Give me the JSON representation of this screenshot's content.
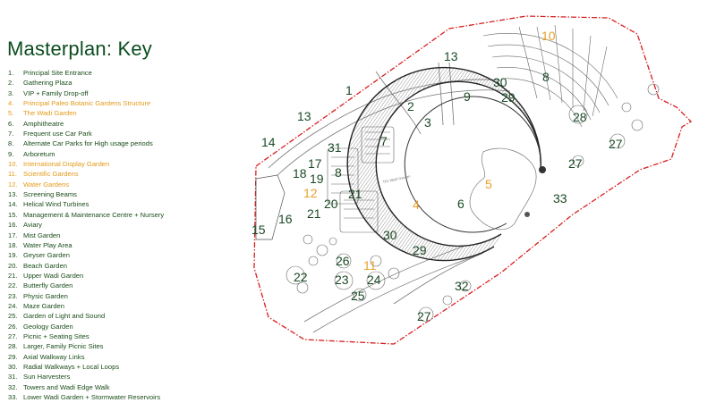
{
  "title": "Masterplan: Key",
  "colors": {
    "key_text": "#1a4d1a",
    "highlight": "#e39a1a",
    "boundary": "#d81e1e",
    "linework": "#555555"
  },
  "legend": [
    {
      "num": "1.",
      "text": "Principal Site Entrance",
      "highlight": false
    },
    {
      "num": "2.",
      "text": "Gathering Plaza",
      "highlight": false
    },
    {
      "num": "3.",
      "text": "VIP + Family Drop-off",
      "highlight": false
    },
    {
      "num": "4.",
      "text": "Principal Paleo Botanic Gardens Structure",
      "highlight": true
    },
    {
      "num": "5.",
      "text": "The Wadi Garden",
      "highlight": true
    },
    {
      "num": "6.",
      "text": "Amphitheatre",
      "highlight": false
    },
    {
      "num": "7.",
      "text": "Frequent use Car Park",
      "highlight": false
    },
    {
      "num": "8.",
      "text": "Alternate Car Parks for High usage periods",
      "highlight": false
    },
    {
      "num": "9.",
      "text": "Arboretum",
      "highlight": false
    },
    {
      "num": "10.",
      "text": "International Display Garden",
      "highlight": true
    },
    {
      "num": "11.",
      "text": "Scientific Gardens",
      "highlight": true
    },
    {
      "num": "12.",
      "text": "Water Gardens",
      "highlight": true
    },
    {
      "num": "13.",
      "text": "Screening Beams",
      "highlight": false
    },
    {
      "num": "14.",
      "text": "Helical Wind Turbines",
      "highlight": false
    },
    {
      "num": "15.",
      "text": "Management & Maintenance Centre + Nursery",
      "highlight": false
    },
    {
      "num": "16.",
      "text": "Aviary",
      "highlight": false
    },
    {
      "num": "17.",
      "text": "Mist Garden",
      "highlight": false
    },
    {
      "num": "18.",
      "text": "Water Play Area",
      "highlight": false
    },
    {
      "num": "19.",
      "text": "Geyser Garden",
      "highlight": false
    },
    {
      "num": "20.",
      "text": "Beach Garden",
      "highlight": false
    },
    {
      "num": "21.",
      "text": "Upper Wadi Garden",
      "highlight": false
    },
    {
      "num": "22.",
      "text": "Butterfly Garden",
      "highlight": false
    },
    {
      "num": "23.",
      "text": "Physic Garden",
      "highlight": false
    },
    {
      "num": "24.",
      "text": "Maze Garden",
      "highlight": false
    },
    {
      "num": "25.",
      "text": "Garden of Light and Sound",
      "highlight": false
    },
    {
      "num": "26.",
      "text": "Geology Garden",
      "highlight": false
    },
    {
      "num": "27.",
      "text": "Picnic + Seating Sites",
      "highlight": false
    },
    {
      "num": "28.",
      "text": "Larger, Family Picnic Sites",
      "highlight": false
    },
    {
      "num": "29.",
      "text": "Axial Walkway Links",
      "highlight": false
    },
    {
      "num": "30.",
      "text": "Radial Walkways + Local Loops",
      "highlight": false
    },
    {
      "num": "31.",
      "text": "Sun Harvesters",
      "highlight": false
    },
    {
      "num": "32.",
      "text": "Towers and Wadi Edge Walk",
      "highlight": false
    },
    {
      "num": "33.",
      "text": "Lower Wadi Garden + Stormwater Reservoirs",
      "highlight": false
    }
  ],
  "map_labels": [
    {
      "text": "1",
      "highlight": false
    },
    {
      "text": "2",
      "highlight": false
    },
    {
      "text": "3",
      "highlight": false
    },
    {
      "text": "4",
      "highlight": true
    },
    {
      "text": "5",
      "highlight": true
    },
    {
      "text": "6",
      "highlight": false
    },
    {
      "text": "7",
      "highlight": false
    },
    {
      "text": "8",
      "highlight": false
    },
    {
      "text": "8",
      "highlight": false
    },
    {
      "text": "9",
      "highlight": false
    },
    {
      "text": "10",
      "highlight": true
    },
    {
      "text": "11",
      "highlight": true
    },
    {
      "text": "12",
      "highlight": true
    },
    {
      "text": "13",
      "highlight": false
    },
    {
      "text": "13",
      "highlight": false
    },
    {
      "text": "14",
      "highlight": false
    },
    {
      "text": "15",
      "highlight": false
    },
    {
      "text": "16",
      "highlight": false
    },
    {
      "text": "17",
      "highlight": false
    },
    {
      "text": "18",
      "highlight": false
    },
    {
      "text": "19",
      "highlight": false
    },
    {
      "text": "20",
      "highlight": false
    },
    {
      "text": "21",
      "highlight": false
    },
    {
      "text": "21",
      "highlight": false
    },
    {
      "text": "22",
      "highlight": false
    },
    {
      "text": "23",
      "highlight": false
    },
    {
      "text": "24",
      "highlight": false
    },
    {
      "text": "25",
      "highlight": false
    },
    {
      "text": "26",
      "highlight": false
    },
    {
      "text": "27",
      "highlight": false
    },
    {
      "text": "27",
      "highlight": false
    },
    {
      "text": "27",
      "highlight": false
    },
    {
      "text": "28",
      "highlight": false
    },
    {
      "text": "29",
      "highlight": false
    },
    {
      "text": "29",
      "highlight": false
    },
    {
      "text": "30",
      "highlight": false
    },
    {
      "text": "30",
      "highlight": false
    },
    {
      "text": "31",
      "highlight": false
    },
    {
      "text": "32",
      "highlight": false
    },
    {
      "text": "33",
      "highlight": false
    }
  ],
  "map_notes": [
    "The Wadi Garden"
  ]
}
